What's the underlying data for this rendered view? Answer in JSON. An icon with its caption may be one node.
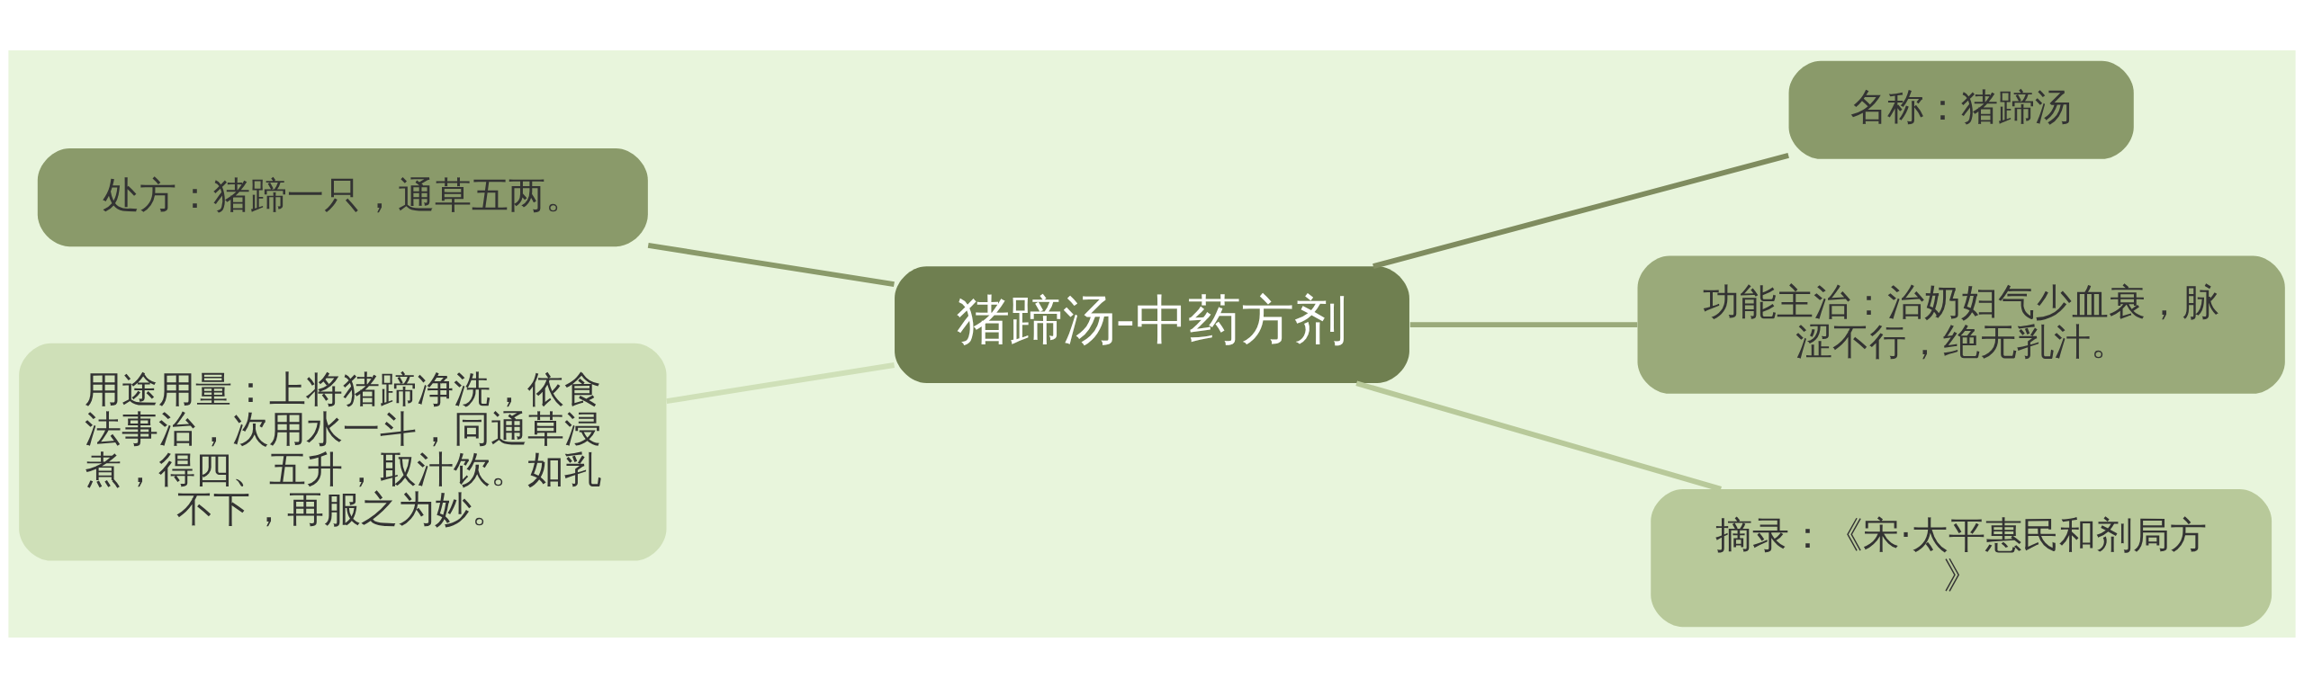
{
  "diagram": {
    "nodes": [
      {
        "text": [
          "猪蹄汤-中药方剂"
        ]
      },
      {
        "text": [
          "处方：猪蹄一只，通草五两。"
        ]
      },
      {
        "text": [
          "用途用量：上将猪蹄净洗，依食法事治，次用水一斗，同通草浸煮，得四、五升，取汁饮。如乳不下，再服之为妙。"
        ]
      },
      {
        "text": [
          "名称：猪蹄汤"
        ]
      },
      {
        "text": [
          "功能主治：治奶妇气少血衰，脉涩不行，绝无乳汁。"
        ]
      },
      {
        "text": [
          "摘录：《宋·太平惠民和剂局方》"
        ]
      }
    ],
    "edges": [
      {
        "from": 0,
        "to": 1,
        "arrow": "none",
        "color": "#8a9a6a"
      },
      {
        "from": 0,
        "to": 2,
        "arrow": "none",
        "color": "#cfe0b8"
      },
      {
        "from": 0,
        "to": 3,
        "arrow": "none",
        "color": "#7f8c5f"
      },
      {
        "from": 0,
        "to": 4,
        "arrow": "none",
        "color": "#9aaa7a"
      },
      {
        "from": 0,
        "to": 5,
        "arrow": "none",
        "color": "#b8c99a"
      }
    ]
  }
}
